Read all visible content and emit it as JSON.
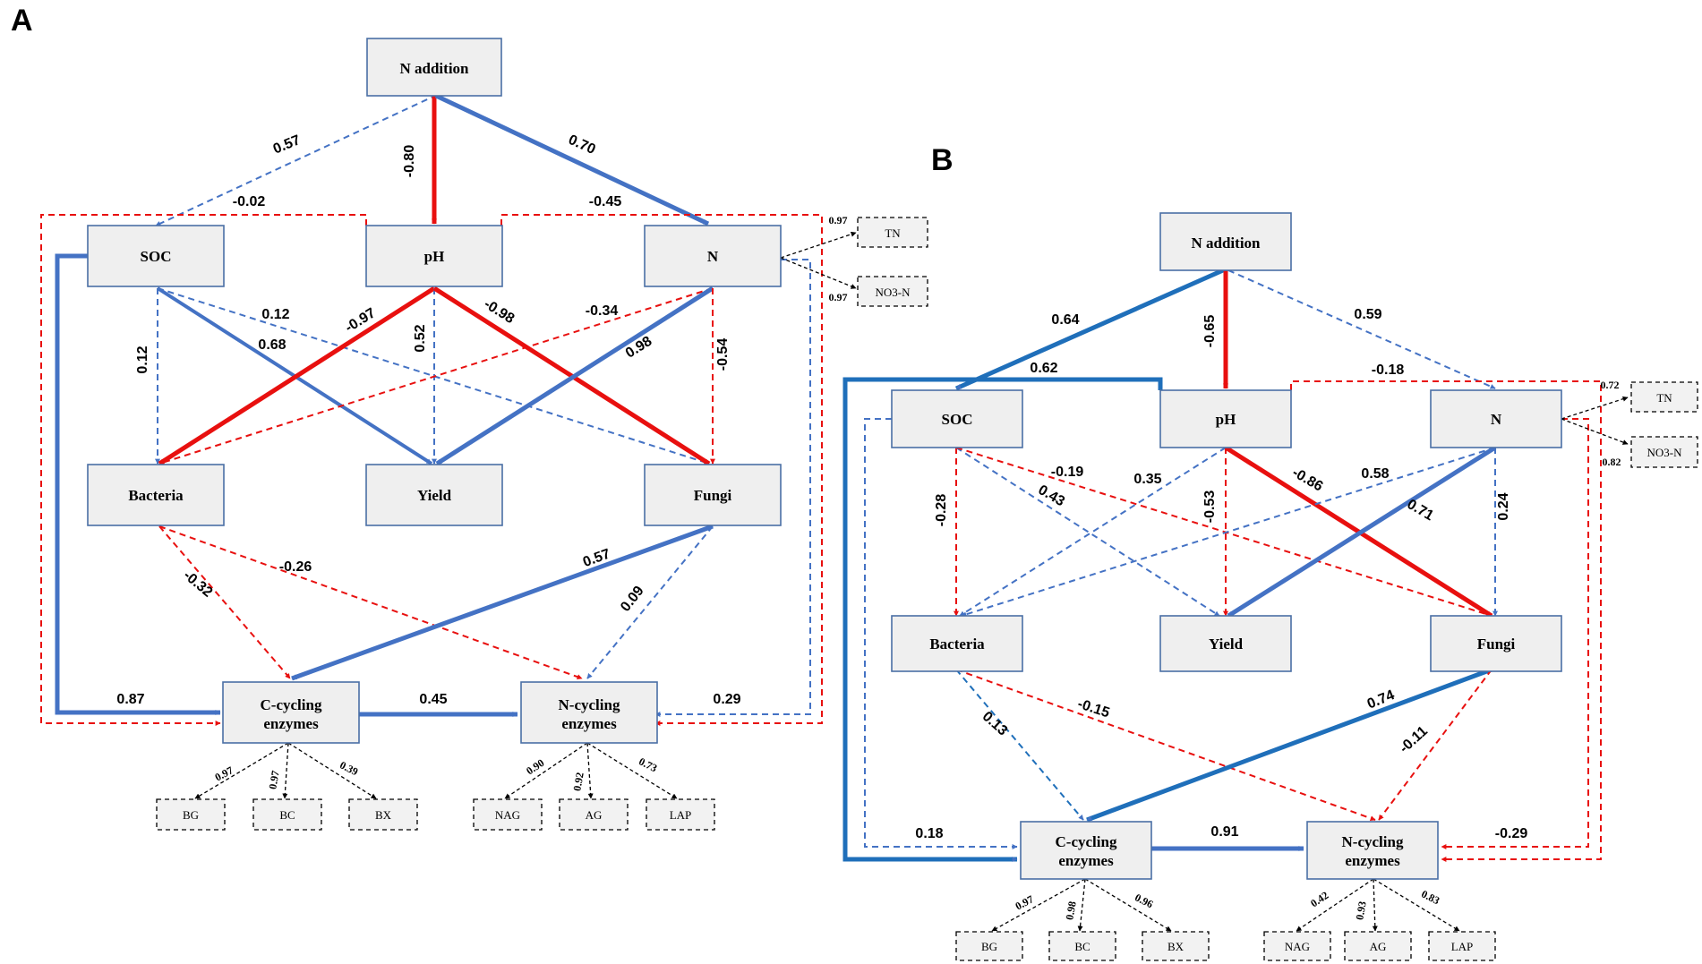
{
  "colors": {
    "positive": "#4472c4",
    "negative": "#e8100f",
    "indicator": "#000000"
  },
  "panels": [
    {
      "id": "A",
      "letter": "A",
      "nodes": {
        "nadd": "N addition",
        "soc": "SOC",
        "ph": "pH",
        "n": "N",
        "bact": "Bacteria",
        "yield": "Yield",
        "fungi": "Fungi",
        "ccyc": [
          "C-cycling",
          "enzymes"
        ],
        "ncyc": [
          "N-cycling",
          "enzymes"
        ]
      },
      "indicators": {
        "tn": "TN",
        "no3": "NO3-N",
        "bg": "BG",
        "bc": "BC",
        "bx": "BX",
        "nag": "NAG",
        "ag": "AG",
        "lap": "LAP"
      },
      "paths": [
        {
          "from": "N addition",
          "to": "SOC",
          "coef": "0.57",
          "sign": "positive",
          "significant": false
        },
        {
          "from": "N addition",
          "to": "pH",
          "coef": "-0.80",
          "sign": "negative",
          "significant": true
        },
        {
          "from": "N addition",
          "to": "N",
          "coef": "0.70",
          "sign": "positive",
          "significant": true
        },
        {
          "from": "pH",
          "to": "C-cycling enzymes",
          "coef": "-0.02",
          "sign": "negative",
          "significant": false
        },
        {
          "from": "pH",
          "to": "N-cycling enzymes",
          "coef": "-0.45",
          "sign": "negative",
          "significant": false
        },
        {
          "from": "SOC",
          "to": "C-cycling enzymes",
          "coef": "0.87",
          "sign": "positive",
          "significant": true
        },
        {
          "from": "SOC",
          "to": "Bacteria",
          "coef": "0.12",
          "sign": "positive",
          "significant": false
        },
        {
          "from": "SOC",
          "to": "Yield",
          "coef": "0.68",
          "sign": "positive",
          "significant": true
        },
        {
          "from": "SOC",
          "to": "Fungi",
          "coef": "0.12",
          "sign": "positive",
          "significant": false
        },
        {
          "from": "pH",
          "to": "Bacteria",
          "coef": "-0.97",
          "sign": "negative",
          "significant": true
        },
        {
          "from": "pH",
          "to": "Yield",
          "coef": "0.52",
          "sign": "positive",
          "significant": false
        },
        {
          "from": "pH",
          "to": "Fungi",
          "coef": "-0.98",
          "sign": "negative",
          "significant": true
        },
        {
          "from": "N",
          "to": "Bacteria",
          "coef": "-0.34",
          "sign": "negative",
          "significant": false
        },
        {
          "from": "N",
          "to": "Yield",
          "coef": "0.98",
          "sign": "positive",
          "significant": true
        },
        {
          "from": "N",
          "to": "Fungi",
          "coef": "-0.54",
          "sign": "negative",
          "significant": false
        },
        {
          "from": "N",
          "to": "N-cycling enzymes",
          "coef": "0.29",
          "sign": "positive",
          "significant": false
        },
        {
          "from": "Bacteria",
          "to": "C-cycling enzymes",
          "coef": "-0.32",
          "sign": "negative",
          "significant": false
        },
        {
          "from": "Bacteria",
          "to": "N-cycling enzymes",
          "coef": "-0.26",
          "sign": "negative",
          "significant": false
        },
        {
          "from": "Fungi",
          "to": "C-cycling enzymes",
          "coef": "0.57",
          "sign": "positive",
          "significant": true
        },
        {
          "from": "Fungi",
          "to": "N-cycling enzymes",
          "coef": "0.09",
          "sign": "positive",
          "significant": false
        },
        {
          "from": "C-cycling enzymes",
          "to": "N-cycling enzymes",
          "coef": "0.45",
          "sign": "positive",
          "significant": true
        },
        {
          "from": "N",
          "to": "TN",
          "coef": "0.97",
          "sign": "indicator",
          "significant": false
        },
        {
          "from": "N",
          "to": "NO3-N",
          "coef": "0.97",
          "sign": "indicator",
          "significant": false
        },
        {
          "from": "C-cycling enzymes",
          "to": "BG",
          "coef": "0.97",
          "sign": "indicator",
          "significant": false
        },
        {
          "from": "C-cycling enzymes",
          "to": "BC",
          "coef": "0.97",
          "sign": "indicator",
          "significant": false
        },
        {
          "from": "C-cycling enzymes",
          "to": "BX",
          "coef": "0.39",
          "sign": "indicator",
          "significant": false
        },
        {
          "from": "N-cycling enzymes",
          "to": "NAG",
          "coef": "0.90",
          "sign": "indicator",
          "significant": false
        },
        {
          "from": "N-cycling enzymes",
          "to": "AG",
          "coef": "0.92",
          "sign": "indicator",
          "significant": false
        },
        {
          "from": "N-cycling enzymes",
          "to": "LAP",
          "coef": "0.73",
          "sign": "indicator",
          "significant": false
        }
      ]
    },
    {
      "id": "B",
      "letter": "B",
      "nodes": {
        "nadd": "N addition",
        "soc": "SOC",
        "ph": "pH",
        "n": "N",
        "bact": "Bacteria",
        "yield": "Yield",
        "fungi": "Fungi",
        "ccyc": [
          "C-cycling",
          "enzymes"
        ],
        "ncyc": [
          "N-cycling",
          "enzymes"
        ]
      },
      "indicators": {
        "tn": "TN",
        "no3": "NO3-N",
        "bg": "BG",
        "bc": "BC",
        "bx": "BX",
        "nag": "NAG",
        "ag": "AG",
        "lap": "LAP"
      },
      "paths": [
        {
          "from": "N addition",
          "to": "SOC",
          "coef": "0.64",
          "sign": "positive",
          "significant": true
        },
        {
          "from": "N addition",
          "to": "pH",
          "coef": "-0.65",
          "sign": "negative",
          "significant": true
        },
        {
          "from": "N addition",
          "to": "N",
          "coef": "0.59",
          "sign": "positive",
          "significant": false
        },
        {
          "from": "pH",
          "to": "C-cycling enzymes",
          "coef": "0.62",
          "sign": "positive",
          "significant": true
        },
        {
          "from": "pH",
          "to": "N-cycling enzymes",
          "coef": "-0.18",
          "sign": "negative",
          "significant": false
        },
        {
          "from": "SOC",
          "to": "C-cycling enzymes",
          "coef": "0.18",
          "sign": "positive",
          "significant": false
        },
        {
          "from": "SOC",
          "to": "Bacteria",
          "coef": "-0.28",
          "sign": "negative",
          "significant": false
        },
        {
          "from": "SOC",
          "to": "Yield",
          "coef": "0.43",
          "sign": "positive",
          "significant": false
        },
        {
          "from": "SOC",
          "to": "Fungi",
          "coef": "-0.19",
          "sign": "negative",
          "significant": false
        },
        {
          "from": "pH",
          "to": "Bacteria",
          "coef": "0.35",
          "sign": "positive",
          "significant": false
        },
        {
          "from": "pH",
          "to": "Yield",
          "coef": "-0.53",
          "sign": "negative",
          "significant": false
        },
        {
          "from": "pH",
          "to": "Fungi",
          "coef": "-0.86",
          "sign": "negative",
          "significant": true
        },
        {
          "from": "N",
          "to": "Bacteria",
          "coef": "0.58",
          "sign": "positive",
          "significant": false
        },
        {
          "from": "N",
          "to": "Yield",
          "coef": "0.71",
          "sign": "positive",
          "significant": true
        },
        {
          "from": "N",
          "to": "Fungi",
          "coef": "0.24",
          "sign": "positive",
          "significant": false
        },
        {
          "from": "N",
          "to": "N-cycling enzymes",
          "coef": "-0.29",
          "sign": "negative",
          "significant": false
        },
        {
          "from": "Bacteria",
          "to": "C-cycling enzymes",
          "coef": "0.13",
          "sign": "positive",
          "significant": false
        },
        {
          "from": "Bacteria",
          "to": "N-cycling enzymes",
          "coef": "-0.15",
          "sign": "negative",
          "significant": false
        },
        {
          "from": "Fungi",
          "to": "C-cycling enzymes",
          "coef": "0.74",
          "sign": "positive",
          "significant": true
        },
        {
          "from": "Fungi",
          "to": "N-cycling enzymes",
          "coef": "-0.11",
          "sign": "negative",
          "significant": false
        },
        {
          "from": "C-cycling enzymes",
          "to": "N-cycling enzymes",
          "coef": "0.91",
          "sign": "positive",
          "significant": true
        },
        {
          "from": "N",
          "to": "TN",
          "coef": "0.72",
          "sign": "indicator",
          "significant": false
        },
        {
          "from": "N",
          "to": "NO3-N",
          "coef": "0.82",
          "sign": "indicator",
          "significant": false
        },
        {
          "from": "C-cycling enzymes",
          "to": "BG",
          "coef": "0.97",
          "sign": "indicator",
          "significant": false
        },
        {
          "from": "C-cycling enzymes",
          "to": "BC",
          "coef": "0.98",
          "sign": "indicator",
          "significant": false
        },
        {
          "from": "C-cycling enzymes",
          "to": "BX",
          "coef": "0.96",
          "sign": "indicator",
          "significant": false
        },
        {
          "from": "N-cycling enzymes",
          "to": "NAG",
          "coef": "0.42",
          "sign": "indicator",
          "significant": false
        },
        {
          "from": "N-cycling enzymes",
          "to": "AG",
          "coef": "0.93",
          "sign": "indicator",
          "significant": false
        },
        {
          "from": "N-cycling enzymes",
          "to": "LAP",
          "coef": "0.83",
          "sign": "indicator",
          "significant": false
        }
      ]
    }
  ]
}
